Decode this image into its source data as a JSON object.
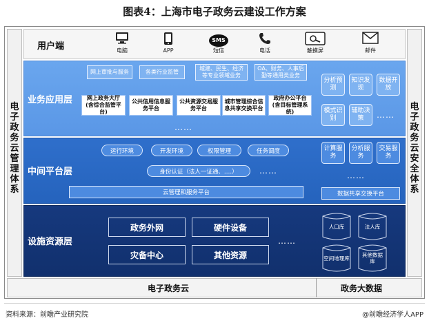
{
  "title": "图表4：上海市电子政务云建设工作方案",
  "left_column": "电子政务云管理体系",
  "right_column": "电子政务云安全体系",
  "user_layer": {
    "label": "用户端",
    "icons": [
      {
        "name": "computer-icon",
        "label": "电脑"
      },
      {
        "name": "app-icon",
        "label": "APP"
      },
      {
        "name": "sms-icon",
        "label": "短信",
        "glyph": "SMS"
      },
      {
        "name": "phone-icon",
        "label": "电话"
      },
      {
        "name": "touchscreen-icon",
        "label": "触摸屏"
      },
      {
        "name": "mail-icon",
        "label": "邮件"
      }
    ]
  },
  "application_layer": {
    "label": "业务应用层",
    "top_cards": [
      "网上审批与服务",
      "各类行业监管",
      "城建、民生、经济等专业领域业务",
      "OA、财务、人事后勤等通用类业务"
    ],
    "main_cards": [
      "网上政务大厅(含综合监管平台)",
      "公共信用信息服务平台",
      "公共资源交易服务平台",
      "城市管理综合信息共享交换平台",
      "政府办公平台(含目标管理系统)"
    ],
    "dots": "……",
    "right_items": [
      "分析预测",
      "知识发现",
      "数据开放",
      "模式识别",
      "辅助决策"
    ],
    "right_dots": "……"
  },
  "middle_layer": {
    "label": "中间平台层",
    "pills": [
      "运行环境",
      "开发环境",
      "权限管理",
      "任务调度"
    ],
    "identity": "身份认证（法人一证通、….）",
    "identity_dots": "……",
    "cloud_platform": "云管理和服务平台",
    "right_items": [
      "计算服务",
      "分析服务",
      "交易服务"
    ],
    "right_dots": "……",
    "exchange_platform": "数据共享交换平台"
  },
  "infra_layer": {
    "label": "设施资源层",
    "boxes": [
      "政务外网",
      "硬件设备",
      "灾备中心",
      "其他资源"
    ],
    "dots": "……",
    "databases": [
      "人口库",
      "法人库",
      "空间地理库",
      "其他数据库"
    ]
  },
  "bottom": {
    "left": "电子政务云",
    "right": "政务大数据"
  },
  "footer": {
    "source": "资料来源：前瞻产业研究院",
    "brand": "@前瞻经济学人APP"
  },
  "colors": {
    "app_band": "#5a97e6",
    "middle_band": "#2563bd",
    "infra_band": "#11306d"
  }
}
